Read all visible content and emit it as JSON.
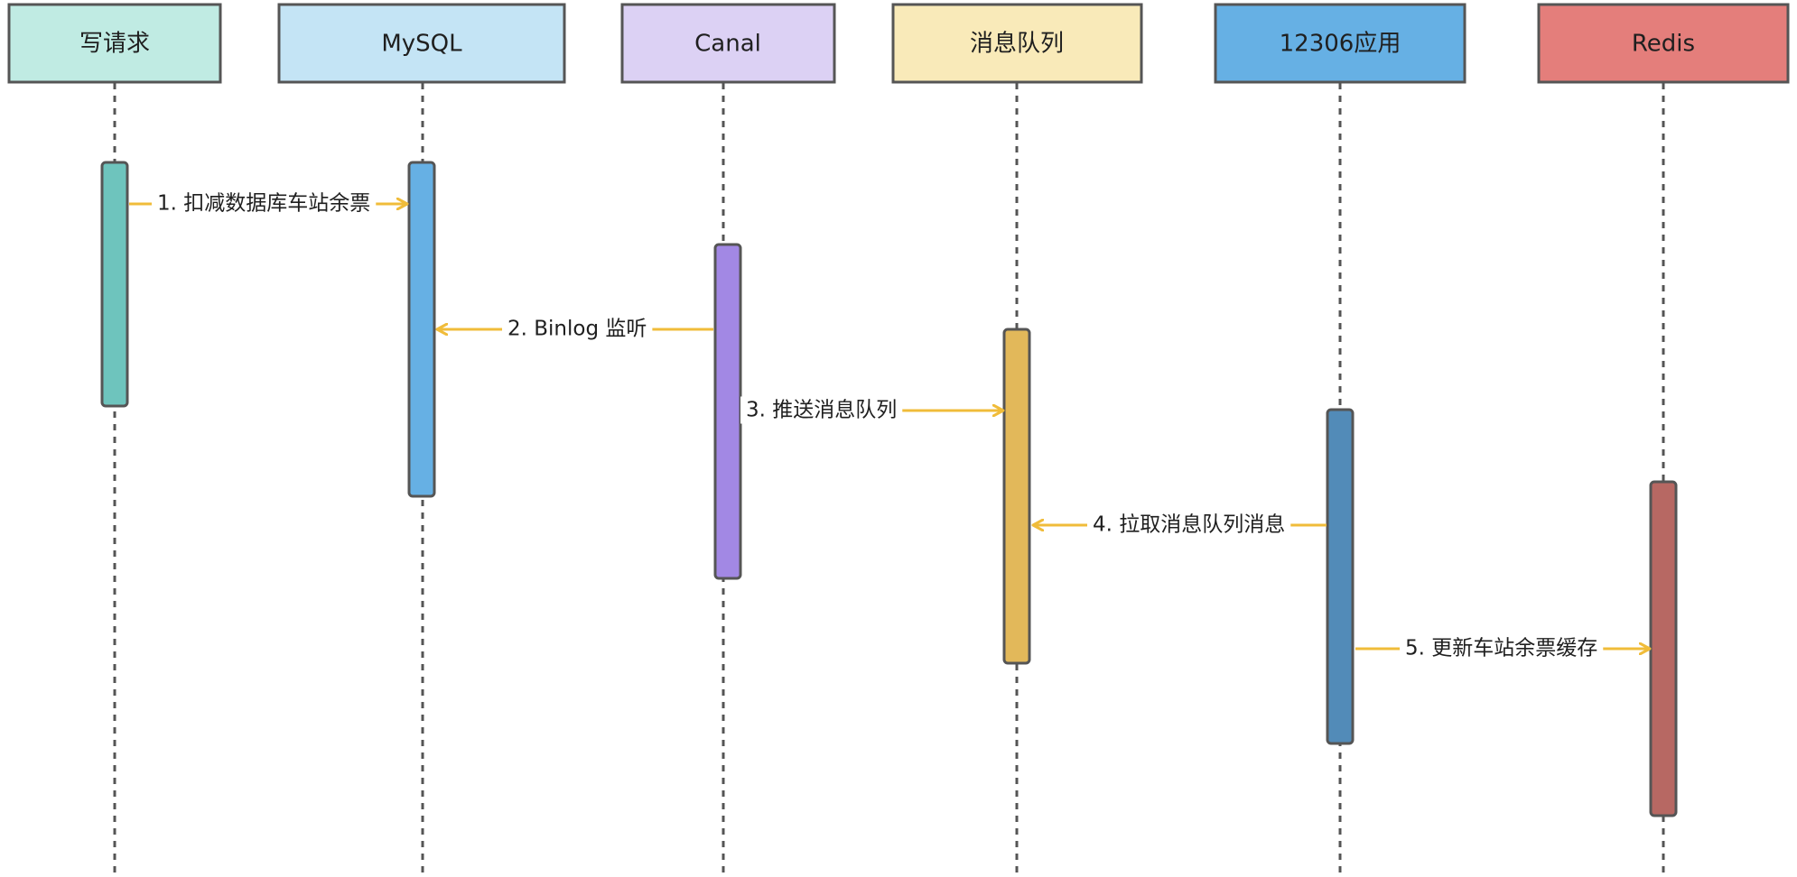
{
  "participants": [
    {
      "id": "write-request",
      "label": "写请求",
      "fill": "#c0ebe3",
      "bar_fill": "#6ec4bd"
    },
    {
      "id": "mysql",
      "label": "MySQL",
      "fill": "#c4e4f5",
      "bar_fill": "#66b0e4"
    },
    {
      "id": "canal",
      "label": "Canal",
      "fill": "#dcd1f4",
      "bar_fill": "#a288e4"
    },
    {
      "id": "message-queue",
      "label": "消息队列",
      "fill": "#f9eab9",
      "bar_fill": "#e2b85a"
    },
    {
      "id": "app-12306",
      "label": "12306应用",
      "fill": "#66b0e4",
      "bar_fill": "#528bb8"
    },
    {
      "id": "redis",
      "label": "Redis",
      "fill": "#e47e7b",
      "bar_fill": "#b76863"
    }
  ],
  "messages": [
    {
      "id": "msg-1",
      "label": "1. 扣减数据库车站余票",
      "from": "write-request",
      "to": "mysql"
    },
    {
      "id": "msg-2",
      "label": "2. Binlog 监听",
      "from": "canal",
      "to": "mysql"
    },
    {
      "id": "msg-3",
      "label": "3. 推送消息队列",
      "from": "canal",
      "to": "message-queue"
    },
    {
      "id": "msg-4",
      "label": "4. 拉取消息队列消息",
      "from": "app-12306",
      "to": "message-queue"
    },
    {
      "id": "msg-5",
      "label": "5. 更新车站余票缓存",
      "from": "app-12306",
      "to": "redis"
    }
  ],
  "colors": {
    "arrow": "#f0bc3a",
    "outline": "#555555",
    "lifeline": "#555555"
  }
}
